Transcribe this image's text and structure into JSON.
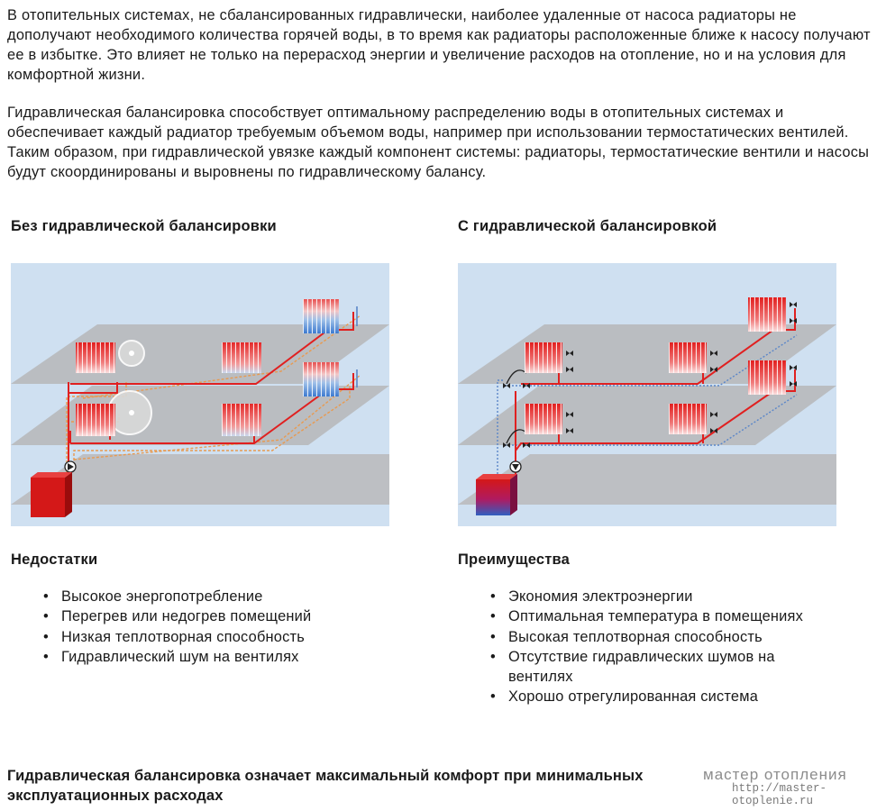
{
  "intro": [
    "В отопительных системах, не сбалансированных гидравлически, наиболее удаленные от насоса радиаторы не дополучают необходимого количества горячей воды, в то время как радиаторы расположенные ближе к насосу получают ее в избытке. Это влияет не только на перерасход энергии и увеличение расходов на отопление, но и на условия для комфортной жизни.",
    "Гидравлическая балансировка способствует оптимальному распределению воды в отопительных системах и обеспечивает каждый радиатор требуемым объемом воды, например при использовании термостатических вентилей. Таким образом, при гидравлической увязке  каждый компонент системы: радиаторы, термостатические вентили и насосы будут скоординированы и выровнены по гидравлическому балансу."
  ],
  "left": {
    "heading": "Без гидравлической балансировки",
    "list_heading": "Недостатки",
    "items": [
      "Высокое энергопотребление",
      "Перегрев или недогрев помещений",
      "Низкая теплотворная способность",
      "Гидравлический шум на вентилях"
    ]
  },
  "right": {
    "heading": "С гидравлической балансировкой",
    "list_heading": "Преимущества",
    "items": [
      "Экономия электроэнергии",
      "Оптимальная температура в помещениях",
      "Высокая теплотворная способность",
      "Отсутствие гидравлических шумов на вентилях",
      "Хорошо отрегулированная система"
    ]
  },
  "footer": "Гидравлическая балансировка означает максимальный комфорт при минимальных эксплуатационных расходах",
  "watermark": {
    "text": "мастер отопления",
    "url": "http://master-otoplenie.ru"
  },
  "colors": {
    "diagram_bg": "#cfe0f1",
    "floor": "#b9bcc0",
    "hot_pipe": "#e02020",
    "return_pipe": "#e89a50",
    "cold_pipe": "#5a86c8",
    "boiler": "#d41818"
  }
}
